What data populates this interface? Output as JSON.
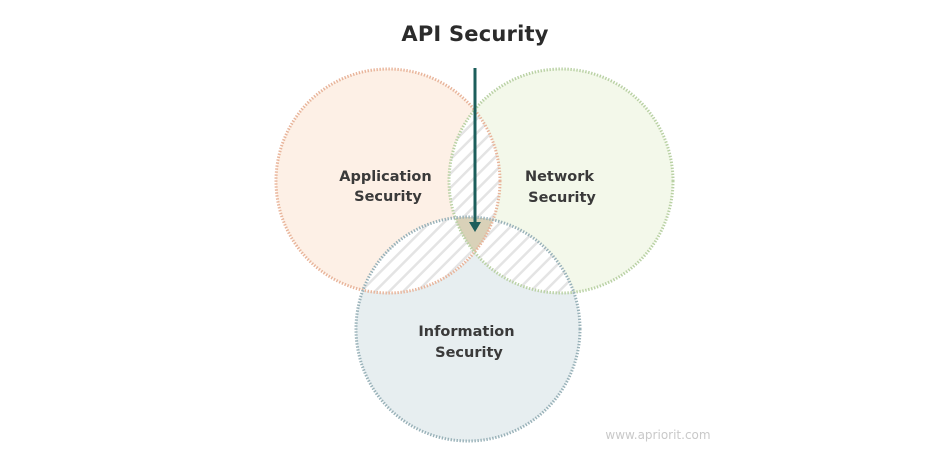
{
  "title": "API Security",
  "circles": {
    "application": {
      "line1": "Application",
      "line2": "Security",
      "fill": "#fdf0e6",
      "stroke": "#e8b49a"
    },
    "network": {
      "line1": "Network",
      "line2": "Security",
      "fill": "#f3f8ea",
      "stroke": "#b9d1a4"
    },
    "information": {
      "line1": "Information",
      "line2": "Security",
      "fill": "#e7eef0",
      "stroke": "#98b1b8"
    }
  },
  "arrow_color": "#1c5e5b",
  "watermark": "www.apriorit.com"
}
